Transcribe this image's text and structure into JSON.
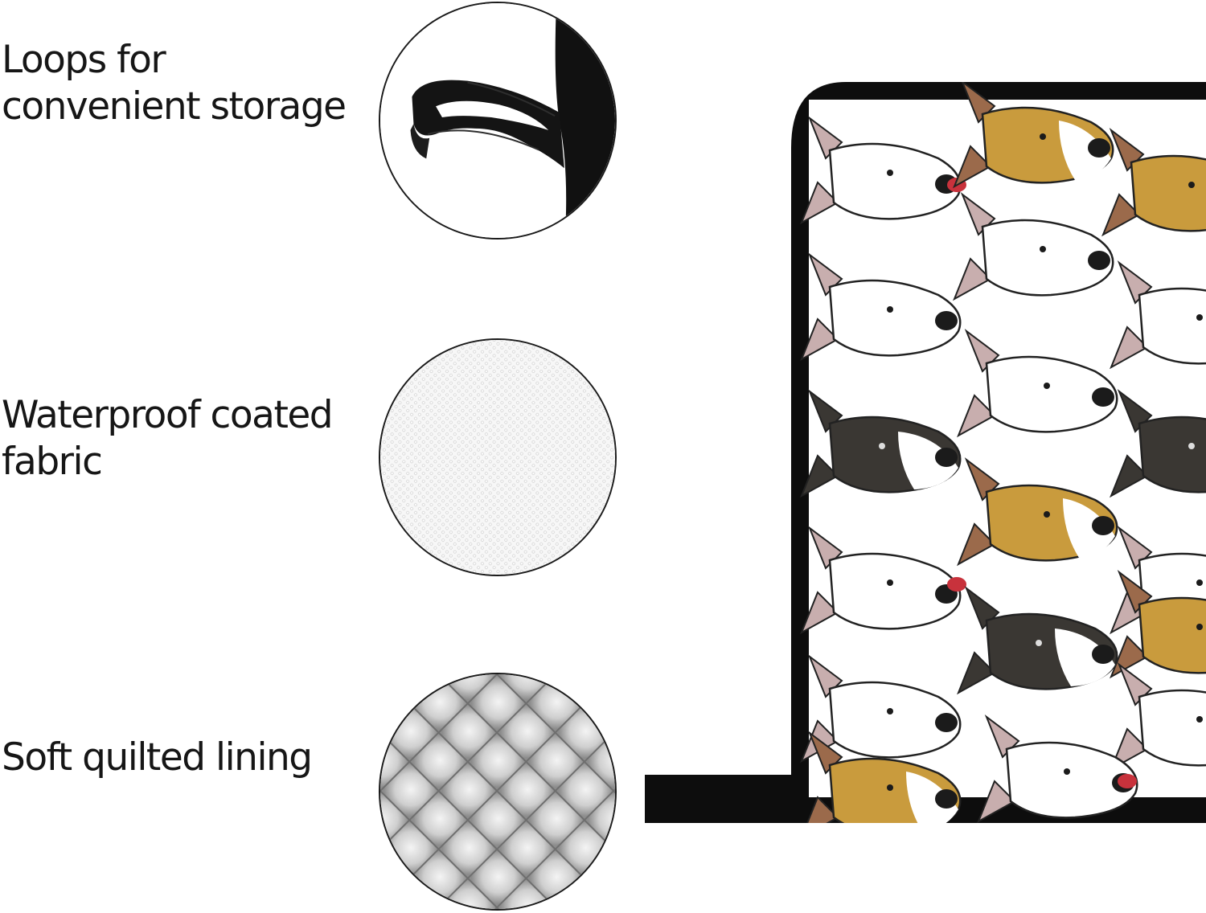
{
  "features": [
    {
      "label": "Loops for\nconvenient storage",
      "icon": "hanging-loop-icon"
    },
    {
      "label": "Waterproof coated\nfabric",
      "icon": "mesh-fabric-icon"
    },
    {
      "label": "Soft quilted lining",
      "icon": "quilted-lining-icon"
    }
  ],
  "product": {
    "icon": "pot-holder-icon",
    "pattern": "bull-terrier-dog-faces",
    "colors": {
      "trim": "#0d0d0d",
      "dog_white": "#ffffff",
      "dog_tan": "#c99b3d",
      "dog_brindle": "#3a3733",
      "tongue": "#c8323c",
      "ear_pink": "#c8aeae"
    }
  }
}
